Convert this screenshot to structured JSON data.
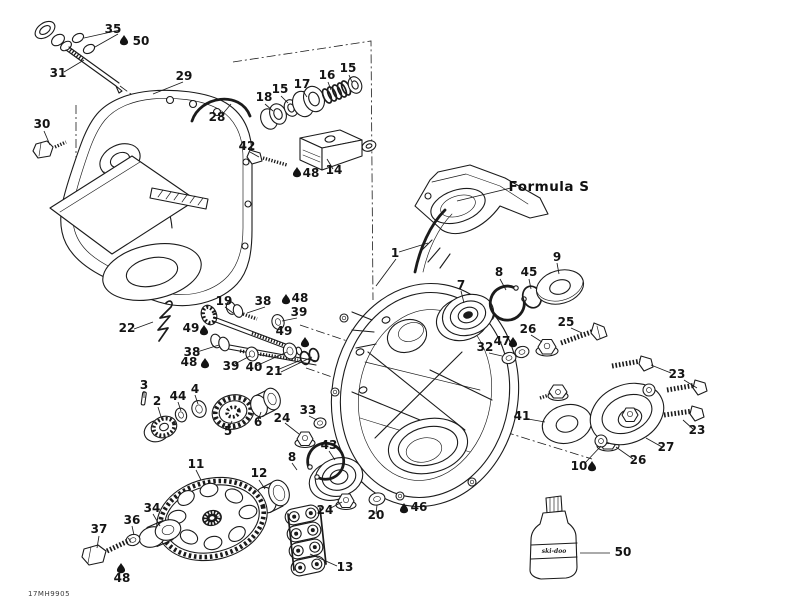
{
  "sheet_code": "17MH9905",
  "product_variant_label": "Formula S",
  "oil_bottle_label": "ski-doo",
  "callouts": [
    {
      "part": "35",
      "text": "35"
    },
    {
      "part": "50",
      "text": "50"
    },
    {
      "part": "31",
      "text": "31"
    },
    {
      "part": "30",
      "text": "30"
    },
    {
      "part": "29",
      "text": "29"
    },
    {
      "part": "28",
      "text": "28"
    },
    {
      "part": "18",
      "text": "18"
    },
    {
      "part": "15",
      "text": "15"
    },
    {
      "part": "17",
      "text": "17"
    },
    {
      "part": "16",
      "text": "16"
    },
    {
      "part": "15",
      "text": "15"
    },
    {
      "part": "42",
      "text": "42"
    },
    {
      "part": "48",
      "text": "48"
    },
    {
      "part": "14",
      "text": "14"
    },
    {
      "part": "1",
      "text": "1"
    },
    {
      "part": "7",
      "text": "7"
    },
    {
      "part": "8",
      "text": "8"
    },
    {
      "part": "45",
      "text": "45"
    },
    {
      "part": "9",
      "text": "9"
    },
    {
      "part": "25",
      "text": "25"
    },
    {
      "part": "26",
      "text": "26"
    },
    {
      "part": "47",
      "text": "47"
    },
    {
      "part": "32",
      "text": "32"
    },
    {
      "part": "22",
      "text": "22"
    },
    {
      "part": "19",
      "text": "19"
    },
    {
      "part": "38",
      "text": "38"
    },
    {
      "part": "48",
      "text": "48"
    },
    {
      "part": "39",
      "text": "39"
    },
    {
      "part": "49",
      "text": "49"
    },
    {
      "part": "49",
      "text": "49"
    },
    {
      "part": "38",
      "text": "38"
    },
    {
      "part": "48",
      "text": "48"
    },
    {
      "part": "39",
      "text": "39"
    },
    {
      "part": "40",
      "text": "40"
    },
    {
      "part": "21",
      "text": "21"
    },
    {
      "part": "3",
      "text": "3"
    },
    {
      "part": "2",
      "text": "2"
    },
    {
      "part": "44",
      "text": "44"
    },
    {
      "part": "4",
      "text": "4"
    },
    {
      "part": "5",
      "text": "5"
    },
    {
      "part": "6",
      "text": "6"
    },
    {
      "part": "24",
      "text": "24"
    },
    {
      "part": "33",
      "text": "33"
    },
    {
      "part": "43",
      "text": "43"
    },
    {
      "part": "8",
      "text": "8"
    },
    {
      "part": "11",
      "text": "11"
    },
    {
      "part": "12",
      "text": "12"
    },
    {
      "part": "34",
      "text": "34"
    },
    {
      "part": "36",
      "text": "36"
    },
    {
      "part": "37",
      "text": "37"
    },
    {
      "part": "48",
      "text": "48"
    },
    {
      "part": "24",
      "text": "24"
    },
    {
      "part": "20",
      "text": "20"
    },
    {
      "part": "46",
      "text": "46"
    },
    {
      "part": "41",
      "text": "41"
    },
    {
      "part": "10",
      "text": "10"
    },
    {
      "part": "26",
      "text": "26"
    },
    {
      "part": "27",
      "text": "27"
    },
    {
      "part": "23",
      "text": "23"
    },
    {
      "part": "23",
      "text": "23"
    },
    {
      "part": "50",
      "text": "50"
    },
    {
      "part": "13",
      "text": "13"
    }
  ]
}
